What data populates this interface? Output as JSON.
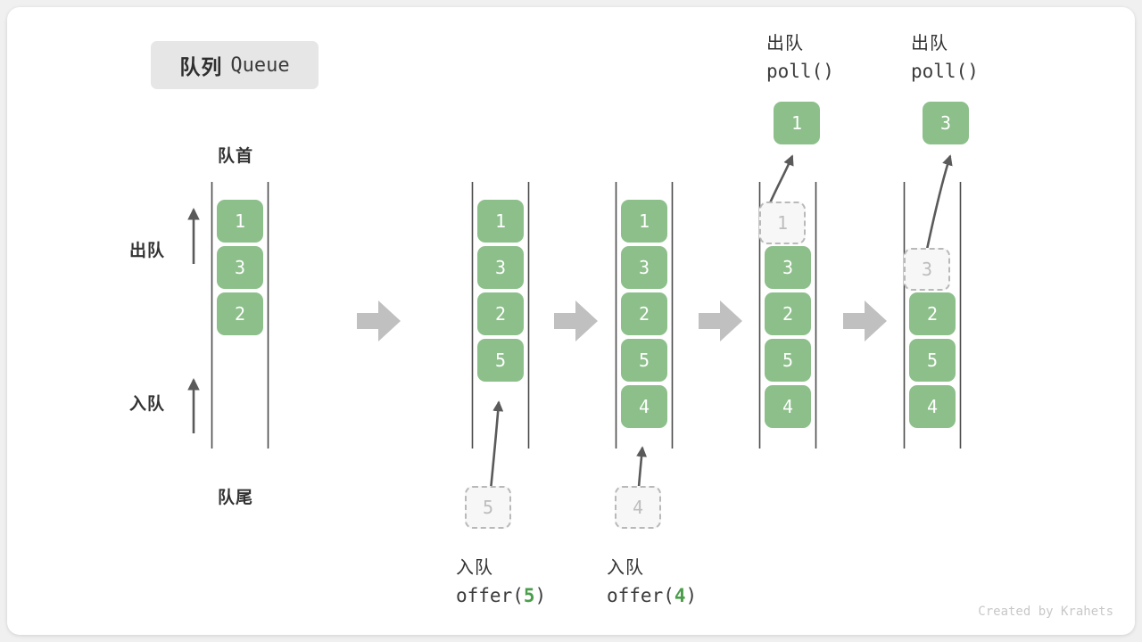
{
  "title": {
    "cn": "队列",
    "en": "Queue"
  },
  "labels": {
    "front": "队首",
    "rear": "队尾",
    "dequeue_side": "出队",
    "enqueue_side": "入队"
  },
  "credit": "Created by Krahets",
  "colors": {
    "item_fill": "#8cbf8a",
    "item_text": "#ffffff",
    "ghost_fill": "#f7f7f7",
    "ghost_text": "#bdbdbd",
    "ghost_border": "#b9b9b9",
    "rail": "#4b4b4b",
    "arrow_gray": "#c0c0c0",
    "curve_arrow": "#5a5a5a",
    "accent_green": "#4a9e4a",
    "chip_bg": "#e6e6e6",
    "card_bg": "#ffffff",
    "page_bg": "#f0f0f0"
  },
  "steps": [
    {
      "id": "initial",
      "items": [
        "1",
        "3",
        "2"
      ],
      "ghost_index": null,
      "ghost_value": null,
      "caption_cn": null,
      "caption_code": null,
      "top_cn": null,
      "top_code": null,
      "popped_value": null
    },
    {
      "id": "offer-5",
      "items": [
        "1",
        "3",
        "2",
        "5"
      ],
      "ghost_index": null,
      "ghost_value": "5",
      "incoming_value": "5",
      "caption_cn": "入队",
      "caption_code": "offer(5)",
      "caption_code_prefix": "offer(",
      "caption_code_arg": "5",
      "caption_code_suffix": ")",
      "top_cn": null,
      "top_code": null,
      "popped_value": null
    },
    {
      "id": "offer-4",
      "items": [
        "1",
        "3",
        "2",
        "5",
        "4"
      ],
      "ghost_index": null,
      "ghost_value": "4",
      "incoming_value": "4",
      "caption_cn": "入队",
      "caption_code": "offer(4)",
      "caption_code_prefix": "offer(",
      "caption_code_arg": "4",
      "caption_code_suffix": ")",
      "top_cn": null,
      "top_code": null,
      "popped_value": null
    },
    {
      "id": "poll-1",
      "items": [
        "1",
        "3",
        "2",
        "5",
        "4"
      ],
      "ghost_index": 0,
      "ghost_value": "1",
      "caption_cn": null,
      "caption_code": null,
      "top_cn": "出队",
      "top_code": "poll()",
      "popped_value": "1"
    },
    {
      "id": "poll-3",
      "items": [
        "3",
        "2",
        "5",
        "4"
      ],
      "ghost_index": 0,
      "ghost_value": "3",
      "caption_cn": null,
      "caption_code": null,
      "top_cn": "出队",
      "top_code": "poll()",
      "popped_value": "3"
    }
  ],
  "flow_arrows": [
    "flow-arrow-1",
    "flow-arrow-2",
    "flow-arrow-3",
    "flow-arrow-4"
  ],
  "icons": {
    "flow": "right-block-arrow-icon",
    "dequeue_dir": "up-arrow-icon",
    "enqueue_dir": "up-arrow-icon",
    "push_curve": "curved-up-arrow-icon",
    "pop_curve": "curved-up-arrow-icon"
  }
}
